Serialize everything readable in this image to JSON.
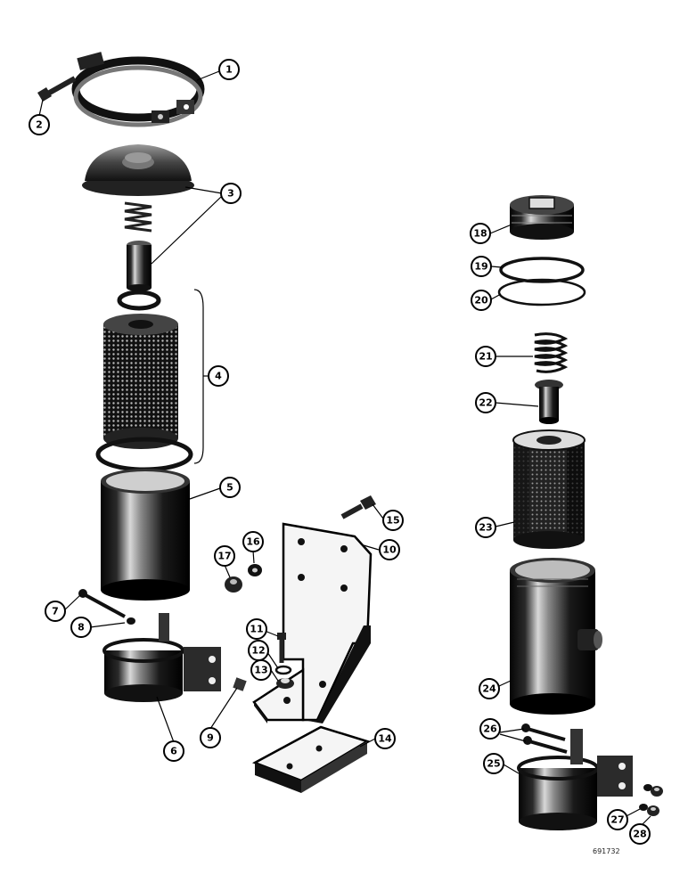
{
  "callouts": {
    "c1": "1",
    "c2": "2",
    "c3": "3",
    "c4": "4",
    "c5": "5",
    "c6": "6",
    "c7": "7",
    "c8": "8",
    "c9": "9",
    "c10": "10",
    "c11": "11",
    "c12": "12",
    "c13": "13",
    "c14": "14",
    "c15": "15",
    "c16": "16",
    "c17": "17",
    "c18": "18",
    "c19": "19",
    "c20": "20",
    "c21": "21",
    "c22": "22",
    "c23": "23",
    "c24": "24",
    "c25": "25",
    "c26": "26",
    "c27": "27",
    "c28": "28"
  },
  "drawing_number": "691732"
}
